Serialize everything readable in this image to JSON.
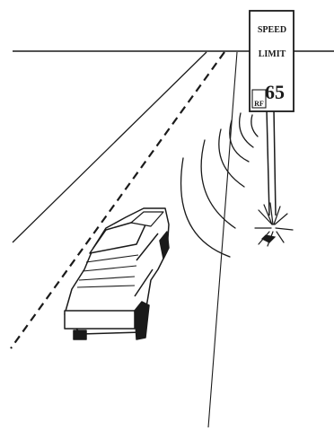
{
  "sign": {
    "line1": "SPEED",
    "line2": "LIMIT",
    "speed": "65",
    "tag": "RF"
  },
  "colors": {
    "ink": "#1a1a1a",
    "paper": "#ffffff",
    "car_shadow": "#888888"
  }
}
